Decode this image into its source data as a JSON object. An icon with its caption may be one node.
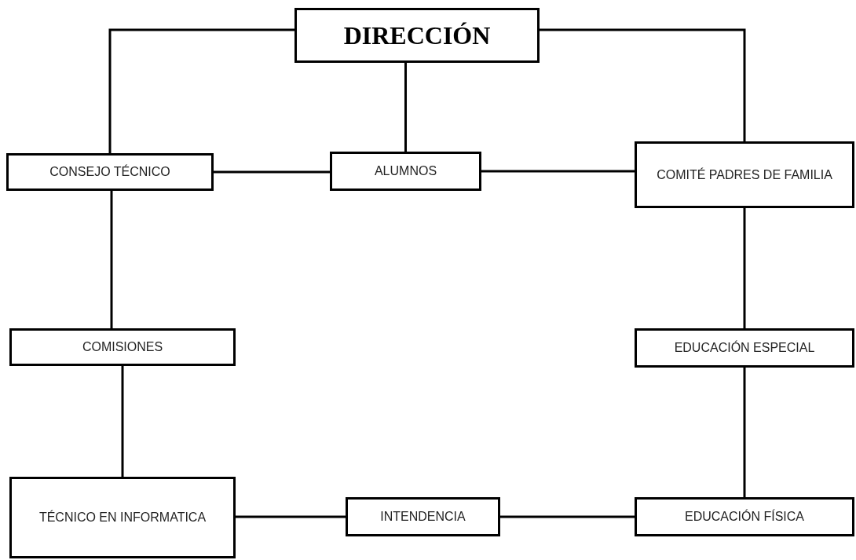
{
  "diagram": {
    "nodes": [
      {
        "text": [
          "DIRECCIÓN"
        ]
      },
      {
        "text": [
          "CONSEJO TÉCNICO"
        ]
      },
      {
        "text": [
          "ALUMNOS"
        ]
      },
      {
        "text": [
          "COMITÉ PADRES DE FAMILIA"
        ]
      },
      {
        "text": [
          "COMISIONES"
        ]
      },
      {
        "text": [
          "EDUCACIÓN ESPECIAL"
        ]
      },
      {
        "text": [
          "TÉCNICO EN INFORMATICA"
        ]
      },
      {
        "text": [
          "INTENDENCIA"
        ]
      },
      {
        "text": [
          "EDUCACIÓN FÍSICA"
        ]
      }
    ],
    "edges": [
      {
        "from": 0,
        "to": 1,
        "arrow": "none"
      },
      {
        "from": 0,
        "to": 2,
        "arrow": "none"
      },
      {
        "from": 0,
        "to": 3,
        "arrow": "none"
      },
      {
        "from": 1,
        "to": 2,
        "arrow": "none"
      },
      {
        "from": 2,
        "to": 3,
        "arrow": "none"
      },
      {
        "from": 1,
        "to": 4,
        "arrow": "none"
      },
      {
        "from": 3,
        "to": 5,
        "arrow": "none"
      },
      {
        "from": 4,
        "to": 6,
        "arrow": "none"
      },
      {
        "from": 5,
        "to": 8,
        "arrow": "none"
      },
      {
        "from": 6,
        "to": 7,
        "arrow": "none"
      },
      {
        "from": 7,
        "to": 8,
        "arrow": "none"
      }
    ]
  }
}
